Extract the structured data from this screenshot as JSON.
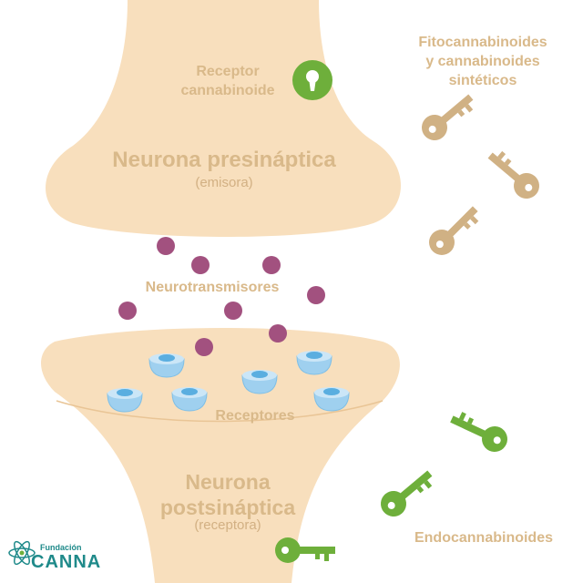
{
  "labels": {
    "receptor_cannabinoide": [
      "Receptor",
      "cannabinoide"
    ],
    "presynaptic_title": "Neurona presináptica",
    "presynaptic_subtitle": "(emisora)",
    "neurotransmitters": "Neurotransmisores",
    "receptors": "Receptores",
    "postsynaptic_title": [
      "Neurona",
      "postsináptica"
    ],
    "postsynaptic_subtitle": "(receptora)",
    "phyto": [
      "Fitocannabinoides",
      "y cannabinoides",
      "sintéticos"
    ],
    "endo": "Endocannabinoides"
  },
  "logo": {
    "top": "Fundación",
    "bottom": "CANNA"
  },
  "colors": {
    "neuron_fill": "#f8dfbd",
    "neuron_stroke": "#ecc89b",
    "label_tan": "#d9b98a",
    "neurotransmitter": "#a2517f",
    "receptor_blue": "#9fd0ef",
    "receptor_blue_dark": "#5aaee0",
    "key_tan": "#d0b184",
    "key_green": "#6eaf3b",
    "lock_green": "#6eaf3b",
    "logo_teal": "#1f8a8a"
  },
  "icons": [
    "lock-icon",
    "tan-key-icon",
    "green-key-icon",
    "receptor-icon",
    "neurotransmitter-dot",
    "atom-logo-icon"
  ]
}
